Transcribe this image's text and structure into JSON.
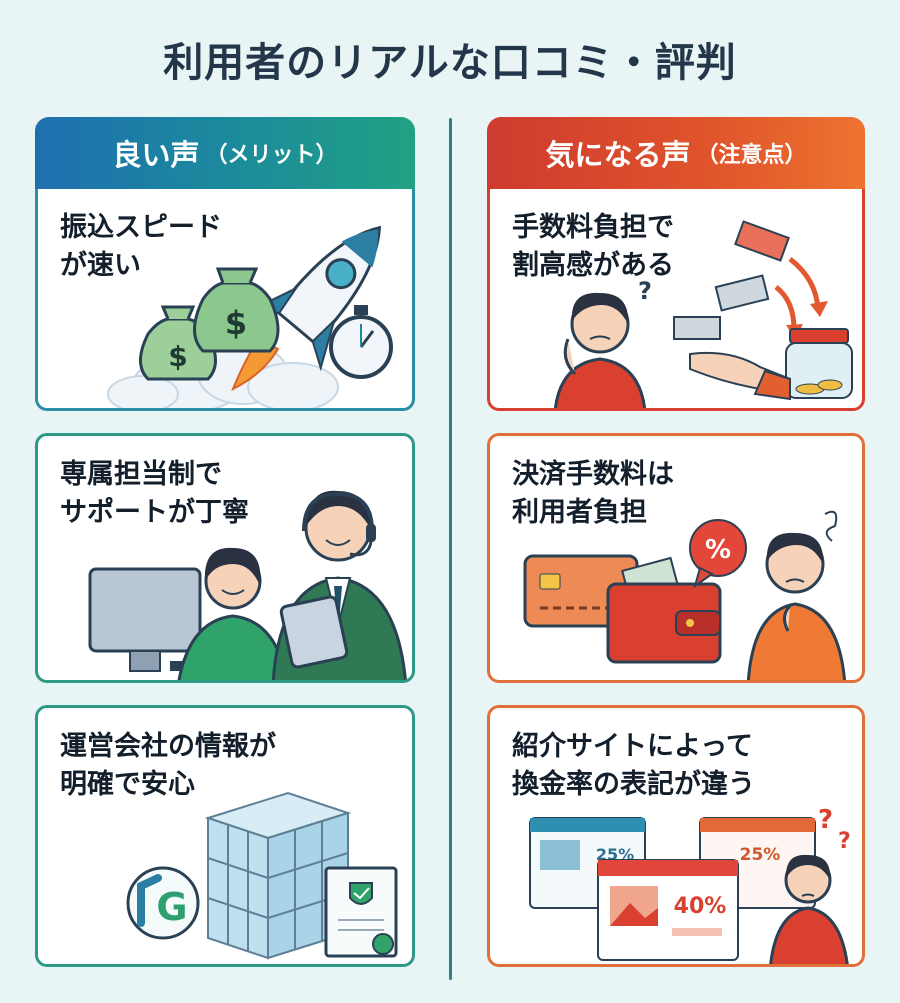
{
  "title": "利用者のリアルな口コミ・評判",
  "good": {
    "header_main": "良い声",
    "header_sub": "（メリット）",
    "items": [
      {
        "text": "振込スピード\nが速い"
      },
      {
        "text": "専属担当制で\nサポートが丁寧"
      },
      {
        "text": "運営会社の情報が\n明確で安心"
      }
    ]
  },
  "bad": {
    "header_main": "気になる声",
    "header_sub": "（注意点）",
    "items": [
      {
        "text": "手数料負担で\n割高感がある"
      },
      {
        "text": "決済手数料は\n利用者負担"
      },
      {
        "text": "紹介サイトによって\n換金率の表記が違う"
      }
    ]
  },
  "illustrations": {
    "money_bag_symbol": "$",
    "question_mark": "?",
    "percent_symbol": "%",
    "rate_back_left": "25%",
    "rate_back_right": "25%",
    "rate_front": "40%",
    "logo_letter": "G"
  },
  "colors": {
    "good_blue": "#1f6fb0",
    "good_green": "#22a183",
    "bad_red": "#cf3a2f",
    "bad_orange": "#ee7330",
    "divider": "#2d7f8a"
  }
}
